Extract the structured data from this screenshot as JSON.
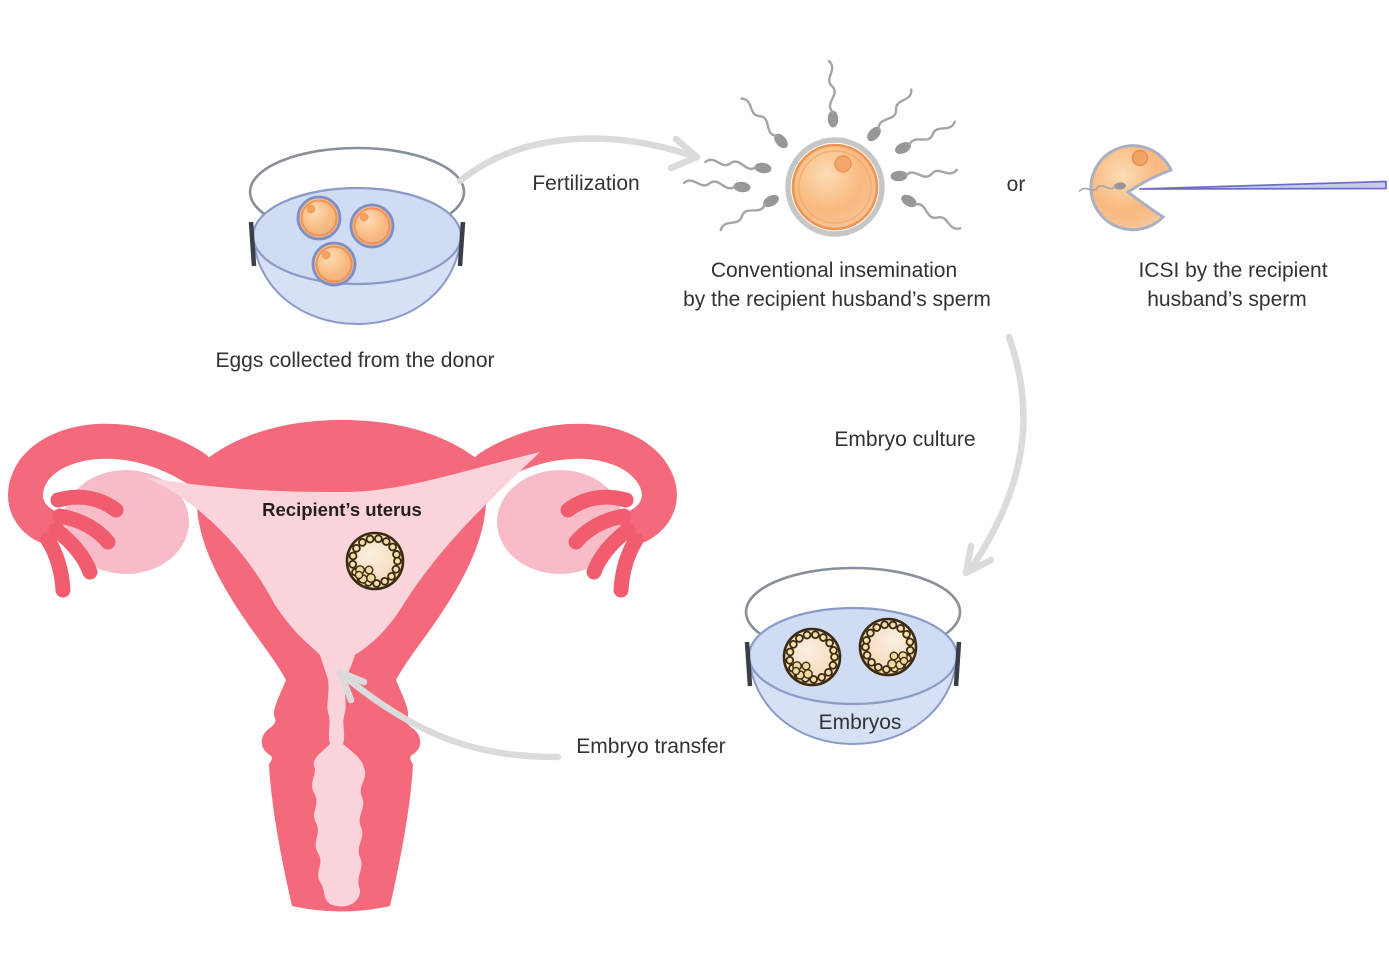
{
  "labels": {
    "eggs_collected": "Eggs collected from the donor",
    "fertilization": "Fertilization",
    "conventional_insemination_line1": "Conventional insemination",
    "conventional_insemination_line2": "by the recipient husband’s sperm",
    "or": "or",
    "icsi_line1": "ICSI by the recipient",
    "icsi_line2": "husband’s sperm",
    "embryo_culture": "Embryo culture",
    "embryos": "Embryos",
    "embryo_transfer": "Embryo transfer",
    "recipients_uterus": "Recipient’s uterus"
  },
  "colors": {
    "uterus_coral": "#F4697B",
    "fimbria_coral_dark": "#F15C6F",
    "uterine_cavity_pink": "#FBD3DA",
    "ovary_pink": "#F8BCC8",
    "dish_liquid_blue": "#D6E1F5",
    "dish_liquid_edge_blue": "#8B9AC6",
    "dish_glass_gray": "#8A8F99",
    "egg_orange": "#F5A05E",
    "egg_rim_orange": "#EF9450",
    "egg_stroke_blue": "#7D8FC4",
    "sperm_gray": "#97979B",
    "needle_purple": "#6E6EC8",
    "arrow_gray": "#DBDBDB",
    "blastocyst_outline": "#3A2B10",
    "blastocyst_dot_cream": "#F6DFA8",
    "label_text": "#333333"
  }
}
